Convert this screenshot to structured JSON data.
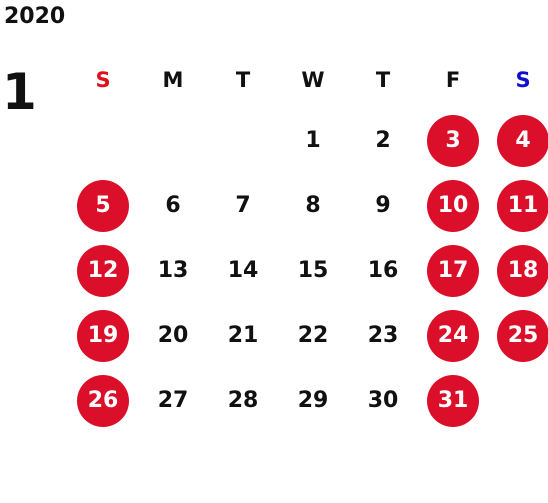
{
  "year": "2020",
  "month": "1",
  "weekdays": [
    "S",
    "M",
    "T",
    "W",
    "T",
    "F",
    "S"
  ],
  "colors": {
    "sunday_header": "#e0101c",
    "saturday_header": "#1010cc",
    "holiday_circle": "#dc0f2a",
    "holiday_text": "#ffffff",
    "day_text": "#111111"
  },
  "weeks": [
    [
      {
        "label": "",
        "holiday": false
      },
      {
        "label": "",
        "holiday": false
      },
      {
        "label": "",
        "holiday": false
      },
      {
        "label": "1",
        "holiday": false
      },
      {
        "label": "2",
        "holiday": false
      },
      {
        "label": "3",
        "holiday": true
      },
      {
        "label": "4",
        "holiday": true
      }
    ],
    [
      {
        "label": "5",
        "holiday": true
      },
      {
        "label": "6",
        "holiday": false
      },
      {
        "label": "7",
        "holiday": false
      },
      {
        "label": "8",
        "holiday": false
      },
      {
        "label": "9",
        "holiday": false
      },
      {
        "label": "10",
        "holiday": true
      },
      {
        "label": "11",
        "holiday": true
      }
    ],
    [
      {
        "label": "12",
        "holiday": true
      },
      {
        "label": "13",
        "holiday": false
      },
      {
        "label": "14",
        "holiday": false
      },
      {
        "label": "15",
        "holiday": false
      },
      {
        "label": "16",
        "holiday": false
      },
      {
        "label": "17",
        "holiday": true
      },
      {
        "label": "18",
        "holiday": true
      }
    ],
    [
      {
        "label": "19",
        "holiday": true
      },
      {
        "label": "20",
        "holiday": false
      },
      {
        "label": "21",
        "holiday": false
      },
      {
        "label": "22",
        "holiday": false
      },
      {
        "label": "23",
        "holiday": false
      },
      {
        "label": "24",
        "holiday": true
      },
      {
        "label": "25",
        "holiday": true
      }
    ],
    [
      {
        "label": "26",
        "holiday": true
      },
      {
        "label": "27",
        "holiday": false
      },
      {
        "label": "28",
        "holiday": false
      },
      {
        "label": "29",
        "holiday": false
      },
      {
        "label": "30",
        "holiday": false
      },
      {
        "label": "31",
        "holiday": true
      },
      {
        "label": "",
        "holiday": false
      }
    ]
  ]
}
